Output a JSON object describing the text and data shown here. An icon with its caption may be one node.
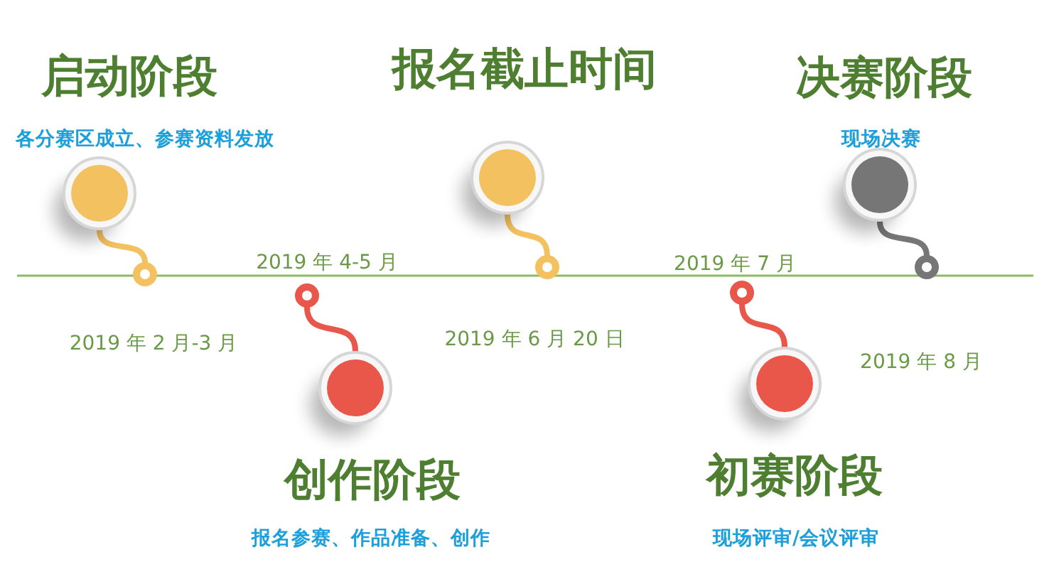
{
  "diagram": {
    "nodes": [
      {
        "text": [
          "启动阶段",
          "各分赛区成立、参赛资料发放"
        ]
      },
      {
        "text": [
          "创作阶段",
          "报名参赛、作品准备、创作"
        ]
      },
      {
        "text": [
          "报名截止时间"
        ]
      },
      {
        "text": [
          "初赛阶段",
          "现场评审/会议评审"
        ]
      },
      {
        "text": [
          "决赛阶段",
          "现场决赛"
        ]
      }
    ],
    "labels": [
      "2019 年 2 月-3 月",
      "2019 年 4-5 月",
      "2019 年 6 月 20 日",
      "2019 年 7 月",
      "2019 年 8 月"
    ]
  }
}
